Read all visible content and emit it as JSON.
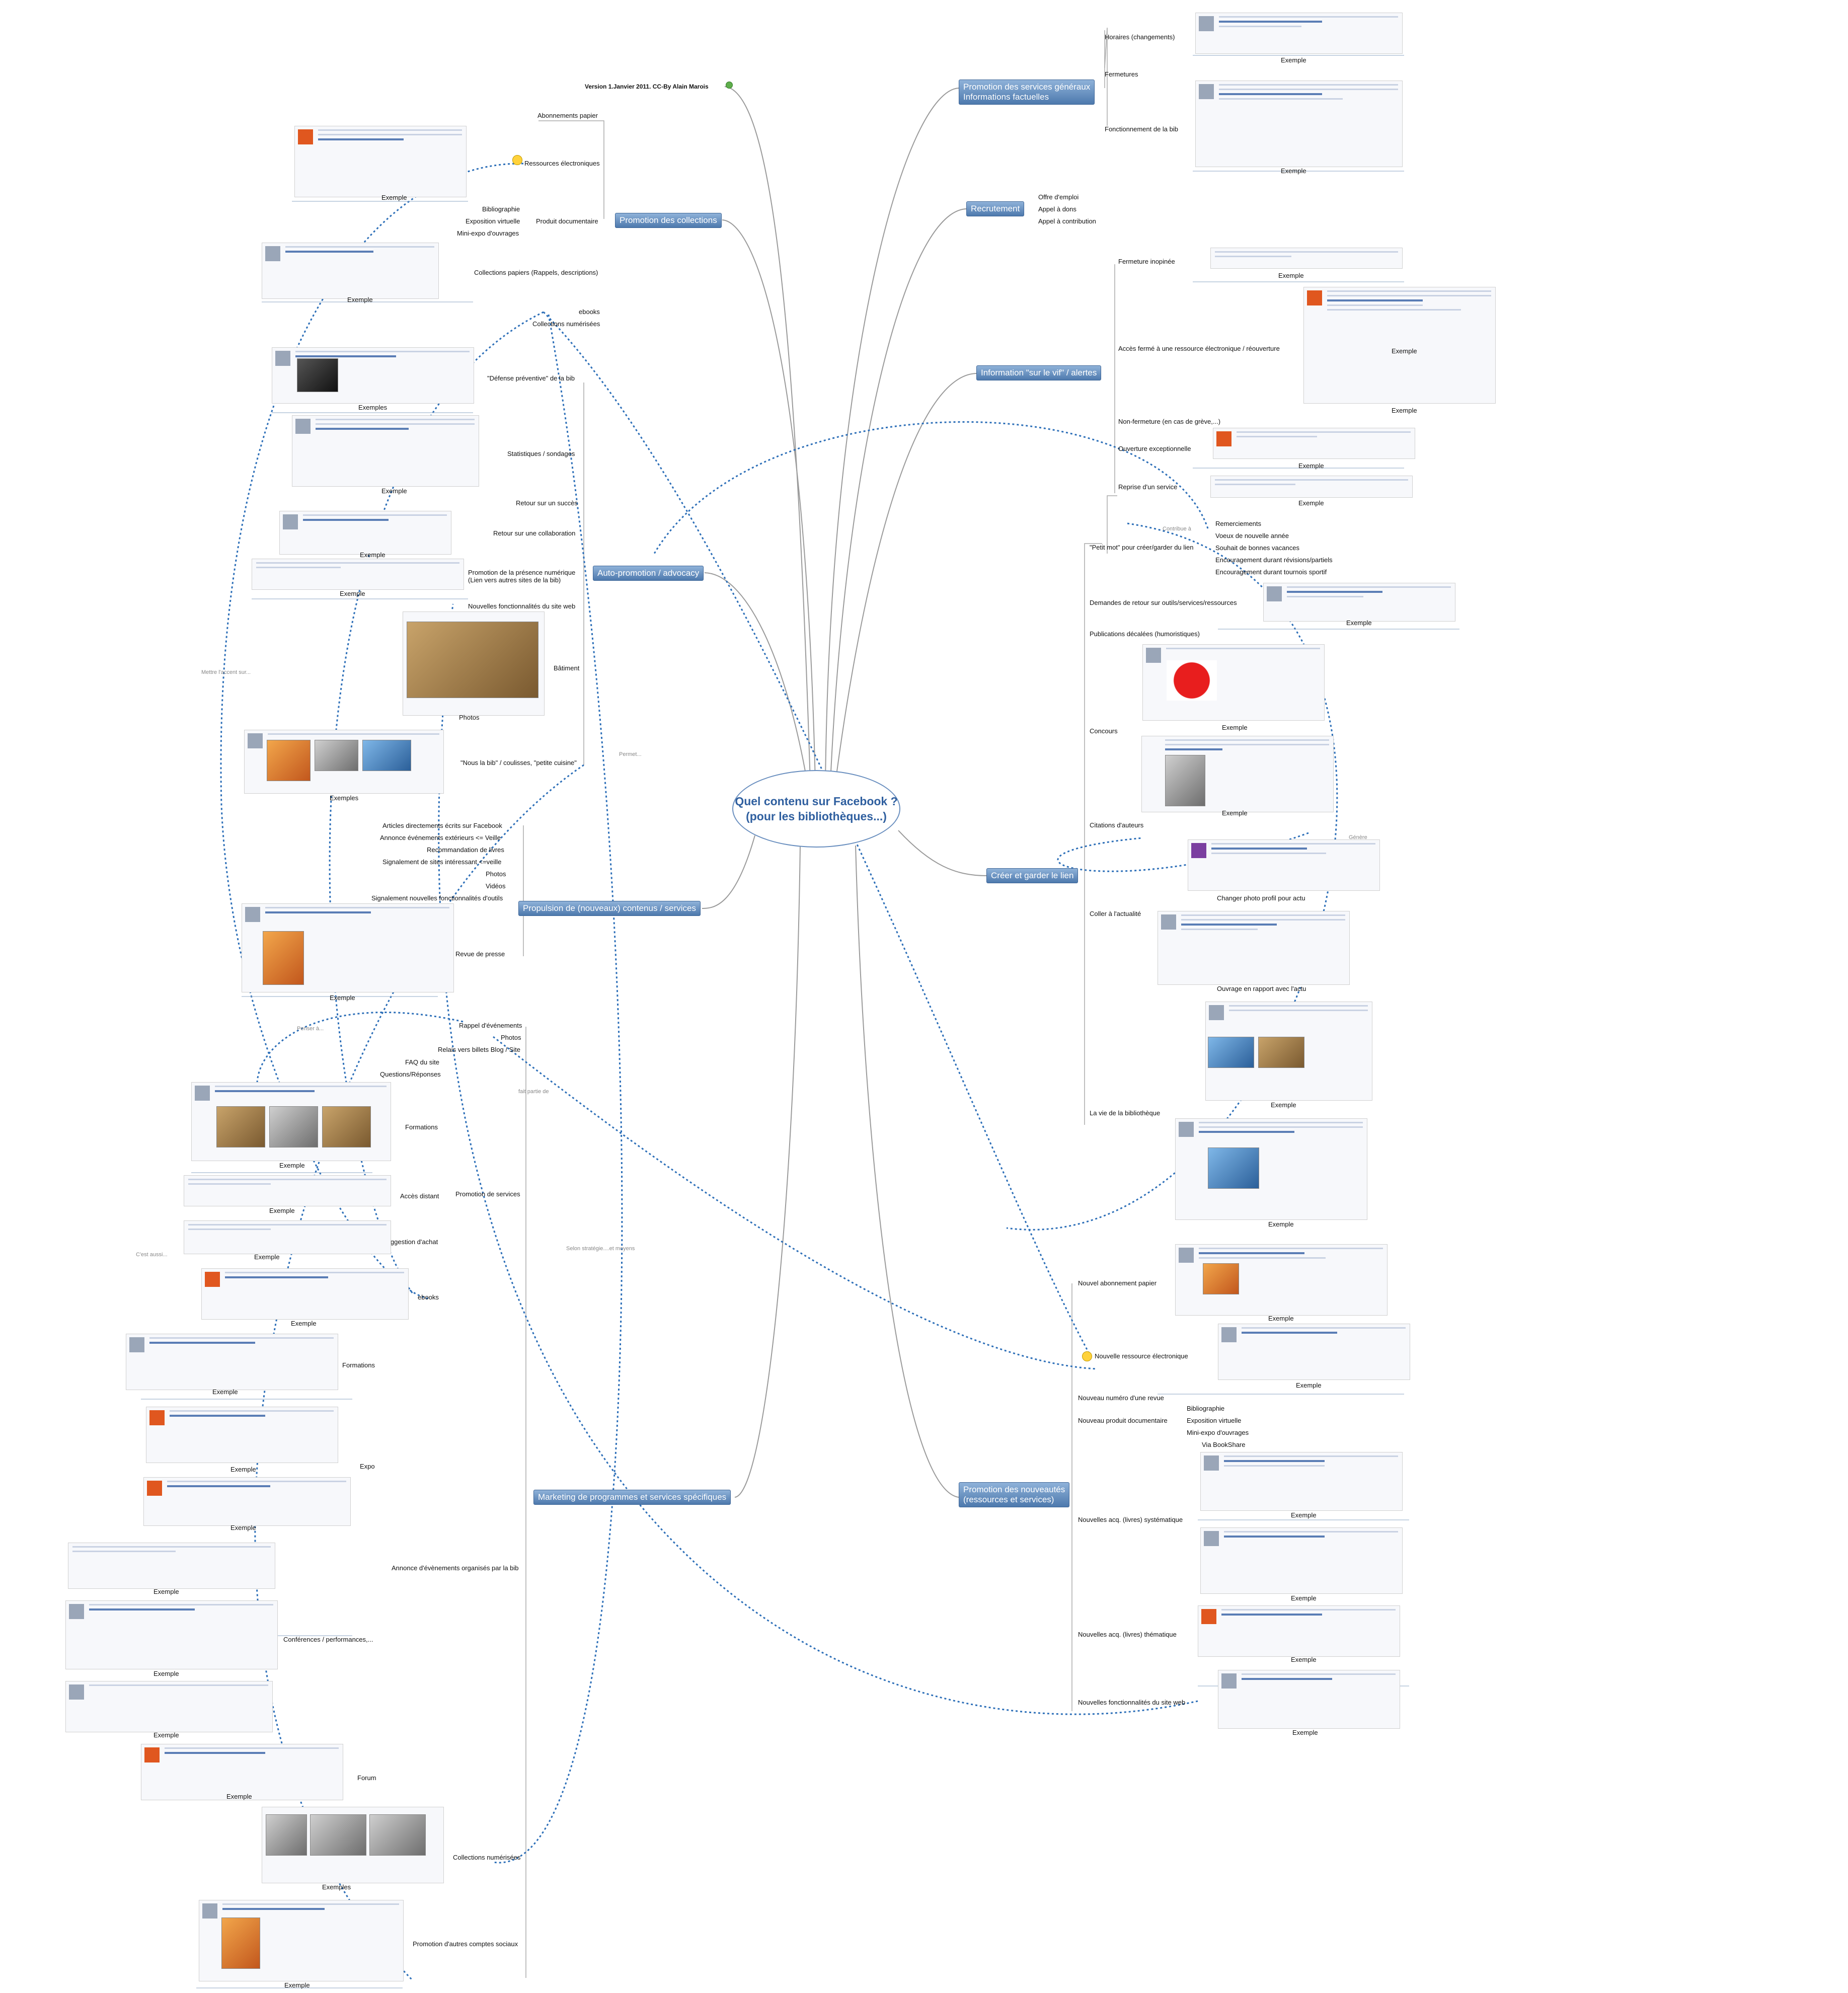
{
  "center": {
    "line1": "Quel contenu sur Facebook ?",
    "line2": "(pour les bibliothèques...)"
  },
  "version": "Version 1.Janvier 2011. CC-By Alain Marois",
  "example_label": "Exemple",
  "examples_label": "Exemples",
  "photos_label": "Photos",
  "branches": [
    {
      "id": "b1",
      "line1": "Promotion des services généraux",
      "line2": "Informations factuelles"
    },
    {
      "id": "b2",
      "line1": "Recrutement",
      "line2": ""
    },
    {
      "id": "b3",
      "line1": "Information \"sur le vif\" / alertes",
      "line2": ""
    },
    {
      "id": "b4",
      "line1": "Créer et garder le lien",
      "line2": ""
    },
    {
      "id": "b5",
      "line1": "Promotion des nouveautés",
      "line2": "(ressources et services)"
    },
    {
      "id": "b6",
      "line1": "Promotion des collections",
      "line2": ""
    },
    {
      "id": "b7",
      "line1": "Auto-promotion / advocacy",
      "line2": ""
    },
    {
      "id": "b8",
      "line1": "Propulsion de (nouveaux) contenus / services",
      "line2": ""
    },
    {
      "id": "b9",
      "line1": "Marketing de programmes et services spécifiques",
      "line2": ""
    }
  ],
  "nodes": [
    {
      "id": "n1",
      "text": "Horaires (changements)"
    },
    {
      "id": "n2",
      "text": "Fermetures"
    },
    {
      "id": "n3",
      "text": "Fonctionnement de la bib"
    },
    {
      "id": "n4",
      "text": "Offre d'emploi"
    },
    {
      "id": "n5",
      "text": "Appel à dons"
    },
    {
      "id": "n6",
      "text": "Appel à contribution"
    },
    {
      "id": "n7",
      "text": "Fermeture inopinée"
    },
    {
      "id": "n8",
      "text": "Accès fermé à une ressource électronique / réouverture"
    },
    {
      "id": "n9",
      "text": "Non-fermeture (en cas de grève,...)"
    },
    {
      "id": "n10",
      "text": "Ouverture exceptionnelle"
    },
    {
      "id": "n11",
      "text": "Reprise d'un service"
    },
    {
      "id": "n12",
      "text": "\"Petit mot\" pour créer/garder du lien"
    },
    {
      "id": "n13",
      "text": "Remerciements"
    },
    {
      "id": "n14",
      "text": "Voeux de nouvelle année"
    },
    {
      "id": "n15",
      "text": "Souhait de bonnes vacances"
    },
    {
      "id": "n16",
      "text": "Encouragement durant révisions/partiels"
    },
    {
      "id": "n17",
      "text": "Encouragement durant tournois sportif"
    },
    {
      "id": "n18",
      "text": "Demandes de retour sur outils/services/ressources"
    },
    {
      "id": "n19",
      "text": "Publications décalées (humoristiques)"
    },
    {
      "id": "n20",
      "text": "Concours"
    },
    {
      "id": "n21",
      "text": "Citations d'auteurs"
    },
    {
      "id": "n22",
      "text": "Coller à l'actualité"
    },
    {
      "id": "n23",
      "text": "Changer photo profil pour actu"
    },
    {
      "id": "n24",
      "text": "Ouvrage en rapport avec l'actu"
    },
    {
      "id": "n25",
      "text": "La vie de la bibliothèque"
    },
    {
      "id": "n26",
      "text": "Nouvel abonnement papier"
    },
    {
      "id": "n27",
      "text": "Nouvelle ressource électronique"
    },
    {
      "id": "n28",
      "text": "Nouveau numéro d'une revue"
    },
    {
      "id": "n29",
      "text": "Nouveau produit documentaire"
    },
    {
      "id": "n30",
      "text": "Bibliographie"
    },
    {
      "id": "n31",
      "text": "Exposition virtuelle"
    },
    {
      "id": "n32",
      "text": "Mini-expo d'ouvrages"
    },
    {
      "id": "n33",
      "text": "Via BookShare"
    },
    {
      "id": "n34",
      "text": "Nouvelles acq. (livres) systématique"
    },
    {
      "id": "n35",
      "text": "Nouvelles acq. (livres) thématique"
    },
    {
      "id": "n36",
      "text": "Nouvelles fonctionnalités du site web"
    },
    {
      "id": "n37",
      "text": "Abonnements papier"
    },
    {
      "id": "n38",
      "text": "Ressources électroniques"
    },
    {
      "id": "n39",
      "text": "Bibliographie"
    },
    {
      "id": "n40",
      "text": "Exposition virtuelle"
    },
    {
      "id": "n41",
      "text": "Mini-expo d'ouvrages"
    },
    {
      "id": "n42",
      "text": "Produit documentaire"
    },
    {
      "id": "n43",
      "text": "Collections papiers (Rappels, descriptions)"
    },
    {
      "id": "n44",
      "text": "ebooks"
    },
    {
      "id": "n45",
      "text": "Collections numérisées"
    },
    {
      "id": "n46",
      "text": "\"Défense préventive\" de la bib"
    },
    {
      "id": "n47",
      "text": "Statistiques / sondages"
    },
    {
      "id": "n48",
      "text": "Retour sur un succès"
    },
    {
      "id": "n49",
      "text": "Retour sur une collaboration"
    },
    {
      "id": "n50",
      "text": "Promotion de la présence numérique"
    },
    {
      "id": "n51",
      "text": "(Lien vers autres sites de la bib)"
    },
    {
      "id": "n52",
      "text": "Nouvelles fonctionnalités du site web"
    },
    {
      "id": "n53",
      "text": "Bâtiment"
    },
    {
      "id": "n54",
      "text": "\"Nous la bib\" / coulisses, \"petite cuisine\""
    },
    {
      "id": "n55",
      "text": "Articles directements écrits sur Facebook"
    },
    {
      "id": "n56",
      "text": "Annonce événements extérieurs <= Veille"
    },
    {
      "id": "n57",
      "text": "Recommandation de livres"
    },
    {
      "id": "n58",
      "text": "Signalement de sites intéressant <=veille"
    },
    {
      "id": "n59",
      "text": "Photos"
    },
    {
      "id": "n60",
      "text": "Vidéos"
    },
    {
      "id": "n61",
      "text": "Signalement nouvelles fonctionnalités d'outils"
    },
    {
      "id": "n62",
      "text": "Revue de presse"
    },
    {
      "id": "n63",
      "text": "Rappel d'événements"
    },
    {
      "id": "n64",
      "text": "Photos"
    },
    {
      "id": "n65",
      "text": "Relais vers billets Blog / Site"
    },
    {
      "id": "n66",
      "text": "FAQ du site"
    },
    {
      "id": "n67",
      "text": "Questions/Réponses"
    },
    {
      "id": "n68",
      "text": "Formations"
    },
    {
      "id": "n69",
      "text": "Accès distant"
    },
    {
      "id": "n70",
      "text": "Promotion de services"
    },
    {
      "id": "n71",
      "text": "Suggestion d'achat"
    },
    {
      "id": "n72",
      "text": "ebooks"
    },
    {
      "id": "n73",
      "text": "Formations"
    },
    {
      "id": "n74",
      "text": "Expo"
    },
    {
      "id": "n75",
      "text": "Annonce d'évènements organisés par la bib"
    },
    {
      "id": "n76",
      "text": "Conférences / performances,..."
    },
    {
      "id": "n77",
      "text": "Forum"
    },
    {
      "id": "n78",
      "text": "Collections numérisées"
    },
    {
      "id": "n79",
      "text": "Promotion d'autres comptes sociaux"
    }
  ],
  "annotations": [
    {
      "id": "a1",
      "text": "Contribue à"
    },
    {
      "id": "a2",
      "text": "Mettre l'accent sur..."
    },
    {
      "id": "a3",
      "text": "Permet..."
    },
    {
      "id": "a4",
      "text": "Penser à..."
    },
    {
      "id": "a5",
      "text": "fait partie de"
    },
    {
      "id": "a6",
      "text": "Selon stratégie....et moyens"
    },
    {
      "id": "a7",
      "text": "C'est aussi..."
    },
    {
      "id": "a8",
      "text": "Génère"
    }
  ],
  "colors": {
    "branch_top": "#8fb2d9",
    "branch_bottom": "#4d79ad",
    "link": "#2d6fb8",
    "curve": "#9a9a9a",
    "center_text": "#2f5f9f"
  }
}
